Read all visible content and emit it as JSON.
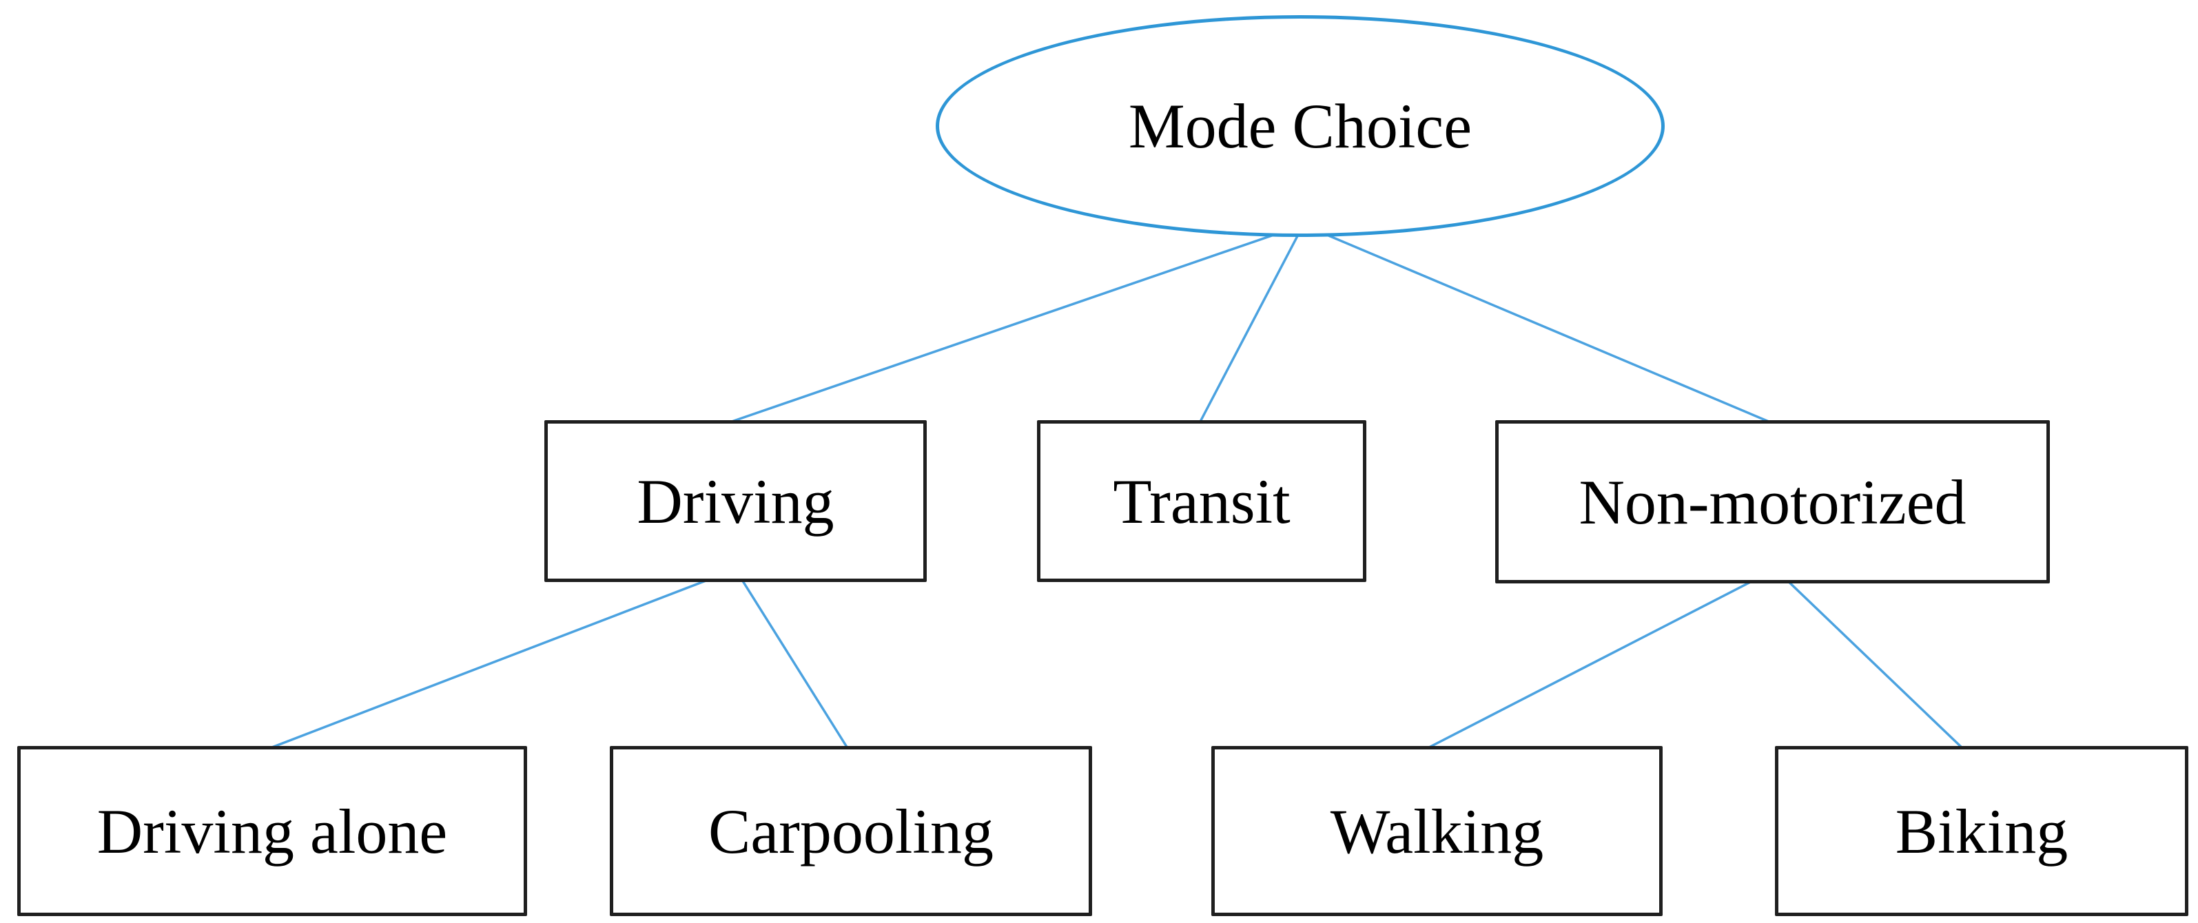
{
  "nodes": {
    "mode_choice": {
      "label": "Mode Choice",
      "shape": "ellipse"
    },
    "driving": {
      "label": "Driving",
      "shape": "rect"
    },
    "transit": {
      "label": "Transit",
      "shape": "rect"
    },
    "non_motorized": {
      "label": "Non-motorized",
      "shape": "rect"
    },
    "driving_alone": {
      "label": "Driving alone",
      "shape": "rect"
    },
    "carpooling": {
      "label": "Carpooling",
      "shape": "rect"
    },
    "walking": {
      "label": "Walking",
      "shape": "rect"
    },
    "biking": {
      "label": "Biking",
      "shape": "rect"
    }
  },
  "edges": [
    {
      "from": "mode_choice",
      "to": "driving"
    },
    {
      "from": "mode_choice",
      "to": "transit"
    },
    {
      "from": "mode_choice",
      "to": "non_motorized"
    },
    {
      "from": "driving",
      "to": "driving_alone"
    },
    {
      "from": "driving",
      "to": "carpooling"
    },
    {
      "from": "non_motorized",
      "to": "walking"
    },
    {
      "from": "non_motorized",
      "to": "biking"
    }
  ],
  "colors": {
    "ellipse_border_blue": "#2e96d6",
    "connector_blue": "#4ba2e0",
    "box_border": "#1f1f1f",
    "text": "#000000",
    "background": "#ffffff"
  }
}
